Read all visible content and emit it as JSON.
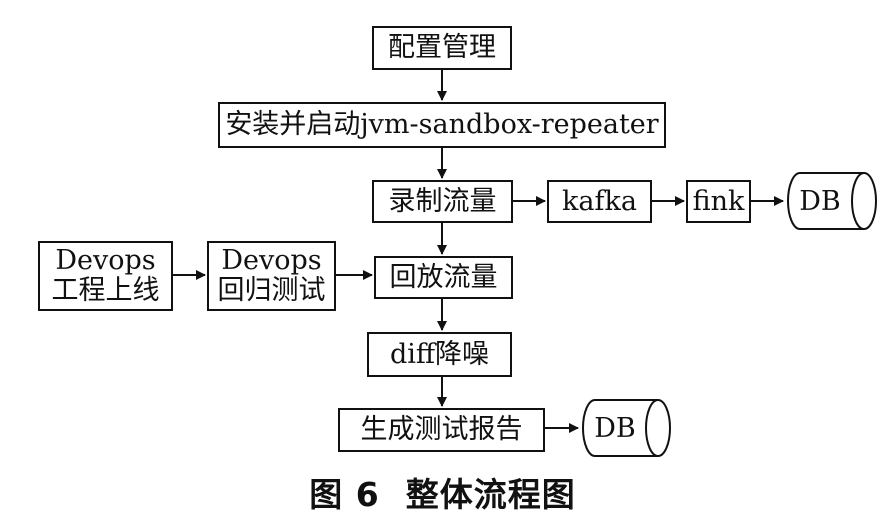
{
  "diagram": {
    "nodes": {
      "config": "配置管理",
      "install": "安装并启动jvm-sandbox-repeater",
      "record": "录制流量",
      "kafka": "kafka",
      "fink": "fink",
      "db1": "DB",
      "devops_online": [
        "Devops",
        "工程上线"
      ],
      "devops_regression": [
        "Devops",
        "回归测试"
      ],
      "replay": "回放流量",
      "diff": "diff降噪",
      "report": "生成测试报告",
      "db2": "DB"
    },
    "edges": [
      [
        "config",
        "install"
      ],
      [
        "install",
        "record"
      ],
      [
        "record",
        "kafka"
      ],
      [
        "kafka",
        "fink"
      ],
      [
        "fink",
        "db1"
      ],
      [
        "record",
        "replay"
      ],
      [
        "devops_online",
        "devops_regression"
      ],
      [
        "devops_regression",
        "replay"
      ],
      [
        "replay",
        "diff"
      ],
      [
        "diff",
        "report"
      ],
      [
        "report",
        "db2"
      ]
    ]
  },
  "caption": {
    "number": "图 6",
    "title": "整体流程图"
  }
}
